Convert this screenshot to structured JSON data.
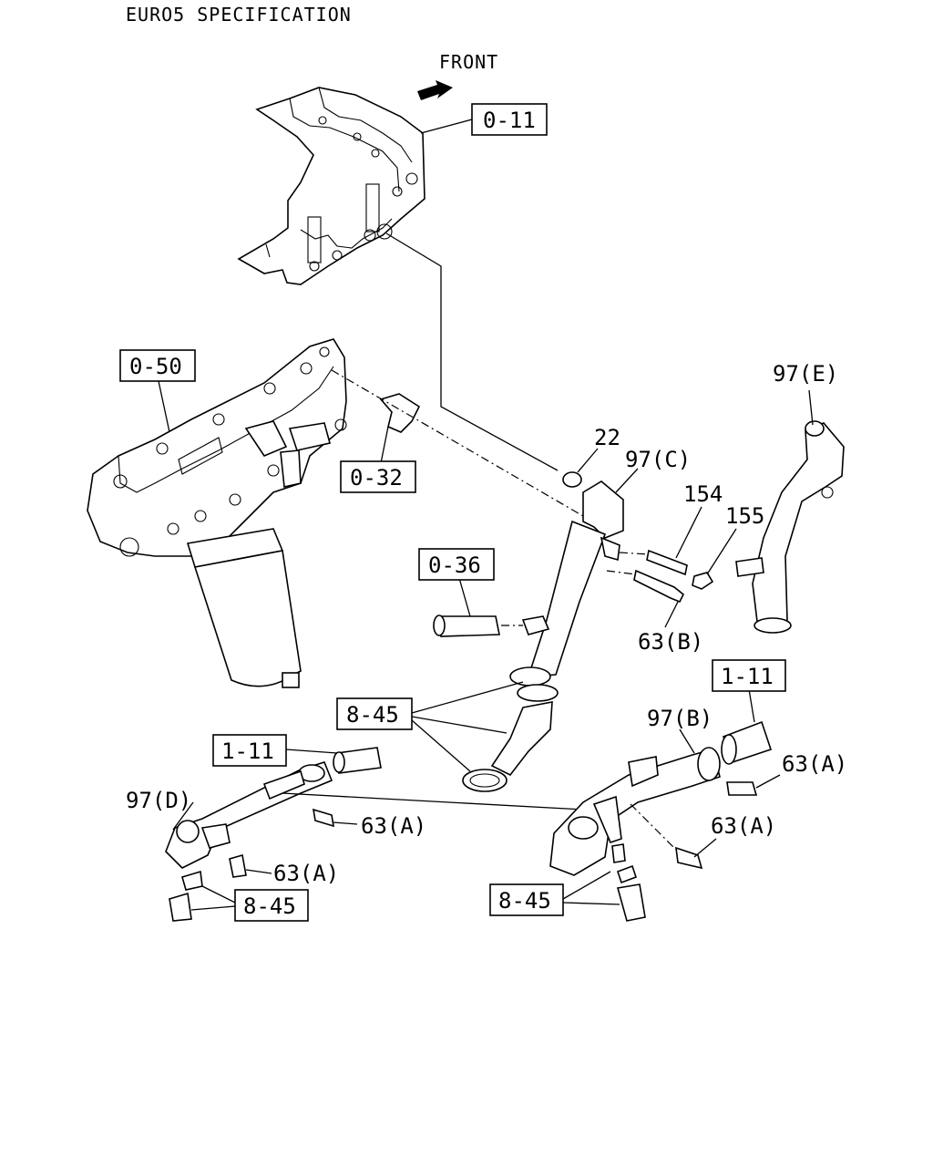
{
  "header": {
    "spec": "EURO5 SPECIFICATION",
    "front": "FRONT"
  },
  "refs": {
    "r0_11": "0-11",
    "r0_50": "0-50",
    "r0_32": "0-32",
    "r0_36": "0-36",
    "r8_45_mid": "8-45",
    "r1_11_left": "1-11",
    "r1_11_right": "1-11",
    "r8_45_left": "8-45",
    "r8_45_right": "8-45"
  },
  "parts": {
    "p22": "22",
    "p97c": "97(C)",
    "p97e": "97(E)",
    "p154": "154",
    "p155": "155",
    "p63b": "63(B)",
    "p97b": "97(B)",
    "p97d": "97(D)",
    "p63a_1": "63(A)",
    "p63a_2": "63(A)",
    "p63a_3": "63(A)",
    "p63a_4": "63(A)"
  }
}
